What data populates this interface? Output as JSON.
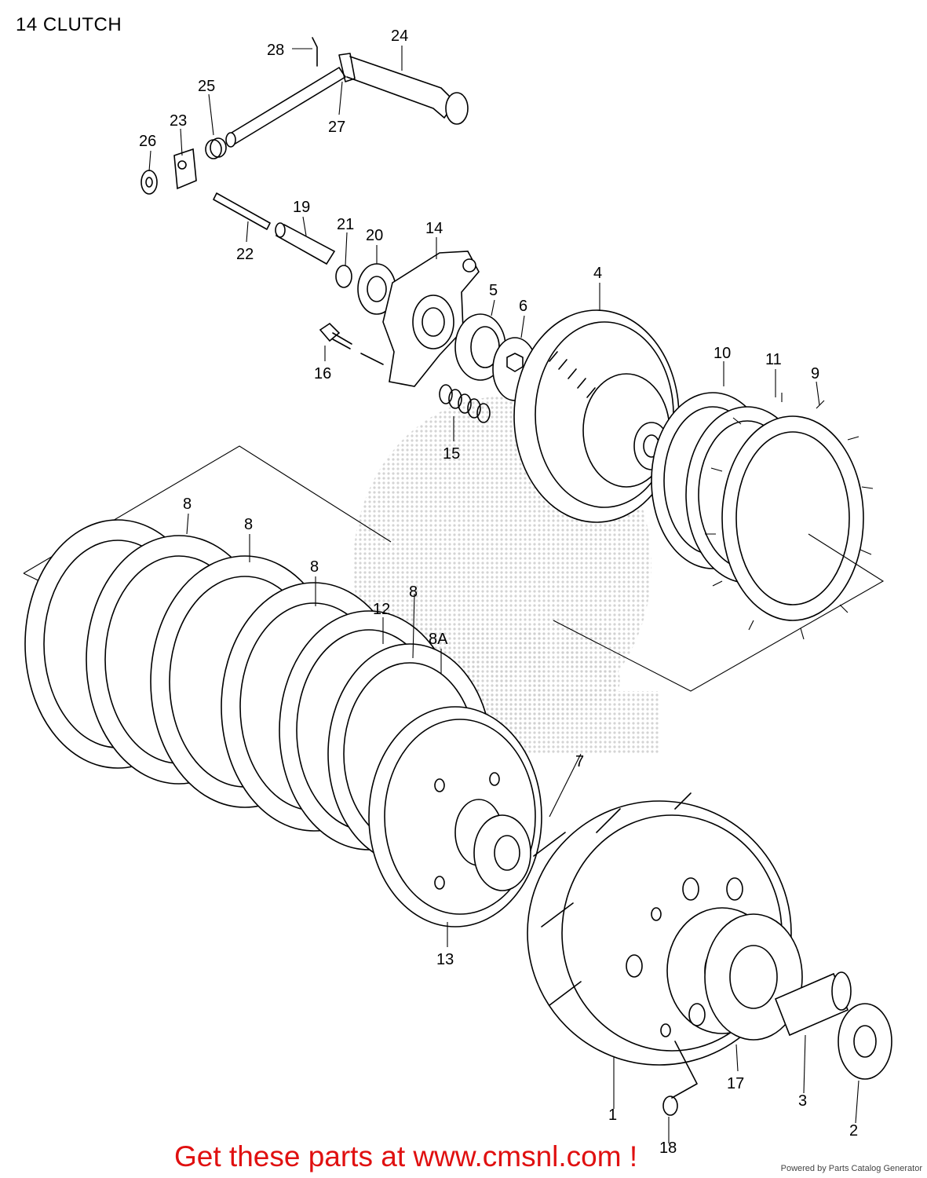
{
  "title": "14 CLUTCH",
  "call_to_action": "Get these parts at www.cmsnl.com !",
  "powered_by": "Powered by Parts Catalog Generator",
  "watermark": {
    "text": "CMS"
  },
  "part_callouts": [
    "28",
    "24",
    "25",
    "23",
    "26",
    "27",
    "19",
    "21",
    "20",
    "14",
    "22",
    "5",
    "6",
    "4",
    "16",
    "15",
    "10",
    "11",
    "9",
    "8",
    "8",
    "8",
    "8",
    "12",
    "8A",
    "13",
    "7",
    "1",
    "17",
    "3",
    "2",
    "18"
  ],
  "colors": {
    "cta": "#e01010",
    "line": "#000000",
    "watermark": "#d8d8d8"
  }
}
